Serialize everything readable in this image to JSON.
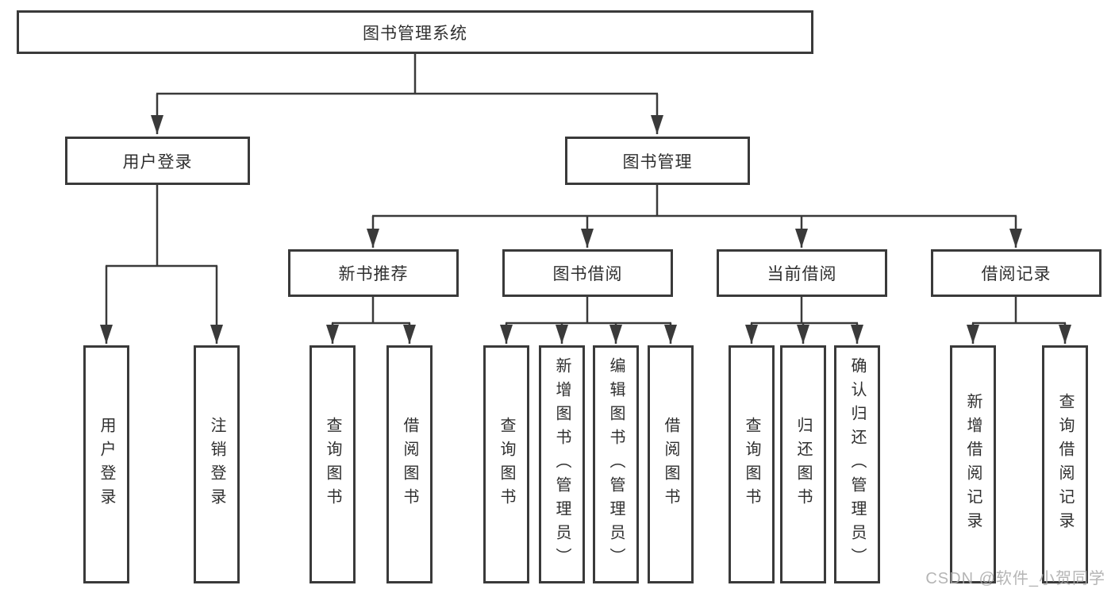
{
  "colors": {
    "line": "#3a3a3a",
    "box_border": "#3a3a3a",
    "box_fill": "#ffffff",
    "text": "#2f2f2f",
    "watermark": "#a8a8a8"
  },
  "watermark": {
    "text": "CSDN @软件_小贺同学"
  },
  "tree": {
    "root": "图书管理系统",
    "level2": [
      {
        "label": "用户登录"
      },
      {
        "label": "图书管理"
      }
    ],
    "level3": [
      {
        "label": "新书推荐"
      },
      {
        "label": "图书借阅"
      },
      {
        "label": "当前借阅"
      },
      {
        "label": "借阅记录"
      }
    ],
    "leaves": {
      "user_login": [
        "用户登录",
        "注销登录"
      ],
      "new_books": [
        "查询图书",
        "借阅图书"
      ],
      "book_borrow": [
        "查询图书",
        "新增图书（管理员）",
        "编辑图书（管理员）",
        "借阅图书"
      ],
      "current_borrow": [
        "查询图书",
        "归还图书",
        "确认归还（管理员）"
      ],
      "borrow_records": [
        "新增借阅记录",
        "查询借阅记录"
      ]
    }
  }
}
